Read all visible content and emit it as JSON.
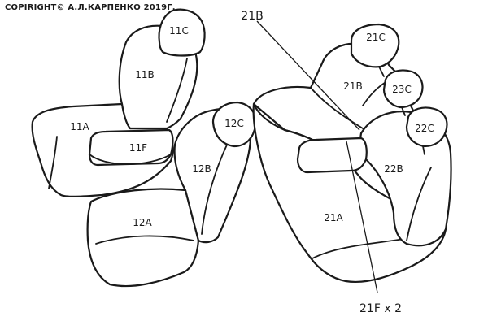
{
  "copyright": "COPIRIGHT© А.Л.КАРПЕНКО 2019Г.",
  "parts": {
    "p11C": "11C",
    "p11B": "11B",
    "p11A": "11A",
    "p11F": "11F",
    "p12C": "12C",
    "p12B": "12B",
    "p12A": "12A",
    "p21B_top": "21B",
    "p21C": "21C",
    "p21B": "21B",
    "p23C": "23C",
    "p22C": "22C",
    "p22B": "22B",
    "p21A": "21A",
    "p21F": "21F x 2"
  }
}
